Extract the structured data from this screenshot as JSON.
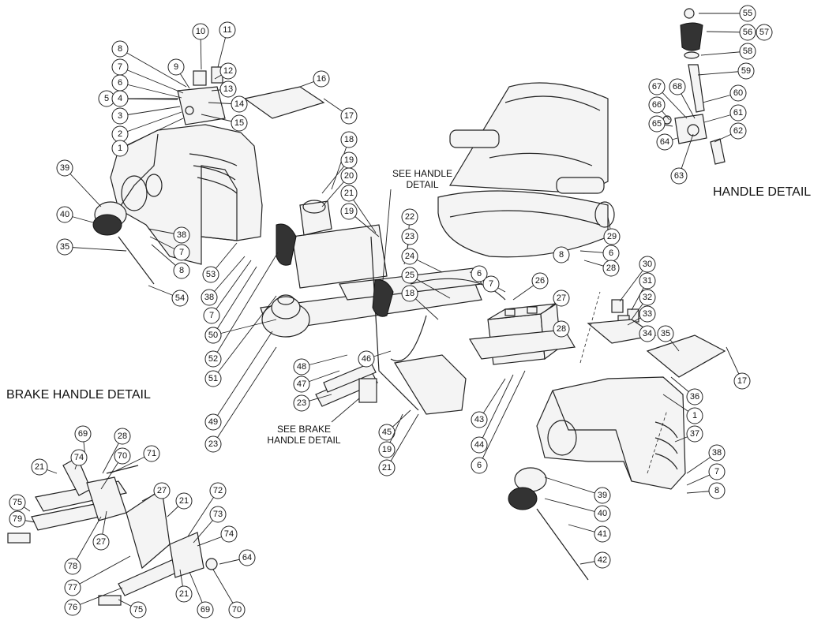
{
  "labels": {
    "handle_detail": "HANDLE DETAIL",
    "brake_handle_detail": "BRAKE HANDLE DETAIL",
    "see_handle_detail": [
      "SEE HANDLE",
      "DETAIL"
    ],
    "see_brake_handle_detail": [
      "SEE BRAKE",
      "HANDLE DETAIL"
    ]
  },
  "callouts": [
    "55",
    "56",
    "57",
    "58",
    "59",
    "60",
    "61",
    "62",
    "63",
    "64",
    "65",
    "66",
    "67",
    "68",
    "16",
    "17",
    "10",
    "11",
    "12",
    "13",
    "14",
    "15",
    "9",
    "8",
    "7",
    "6",
    "5",
    "4",
    "3",
    "2",
    "1",
    "39",
    "40",
    "35",
    "54",
    "38",
    "7",
    "8",
    "53",
    "38",
    "7",
    "8",
    "18",
    "19",
    "20",
    "21",
    "19",
    "22",
    "23",
    "24",
    "25",
    "18",
    "26",
    "27",
    "28",
    "6",
    "7",
    "8",
    "29",
    "6",
    "28",
    "30",
    "31",
    "32",
    "33",
    "34",
    "35",
    "17",
    "36",
    "1",
    "37",
    "38",
    "7",
    "8",
    "39",
    "40",
    "41",
    "42",
    "43",
    "44",
    "6",
    "45",
    "19",
    "21",
    "46",
    "47",
    "48",
    "23",
    "49",
    "50",
    "51",
    "52",
    "23",
    "69",
    "28",
    "70",
    "71",
    "74",
    "21",
    "27",
    "21",
    "72",
    "73",
    "74",
    "75",
    "79",
    "78",
    "27",
    "77",
    "76",
    "75",
    "21",
    "69",
    "70",
    "64"
  ]
}
